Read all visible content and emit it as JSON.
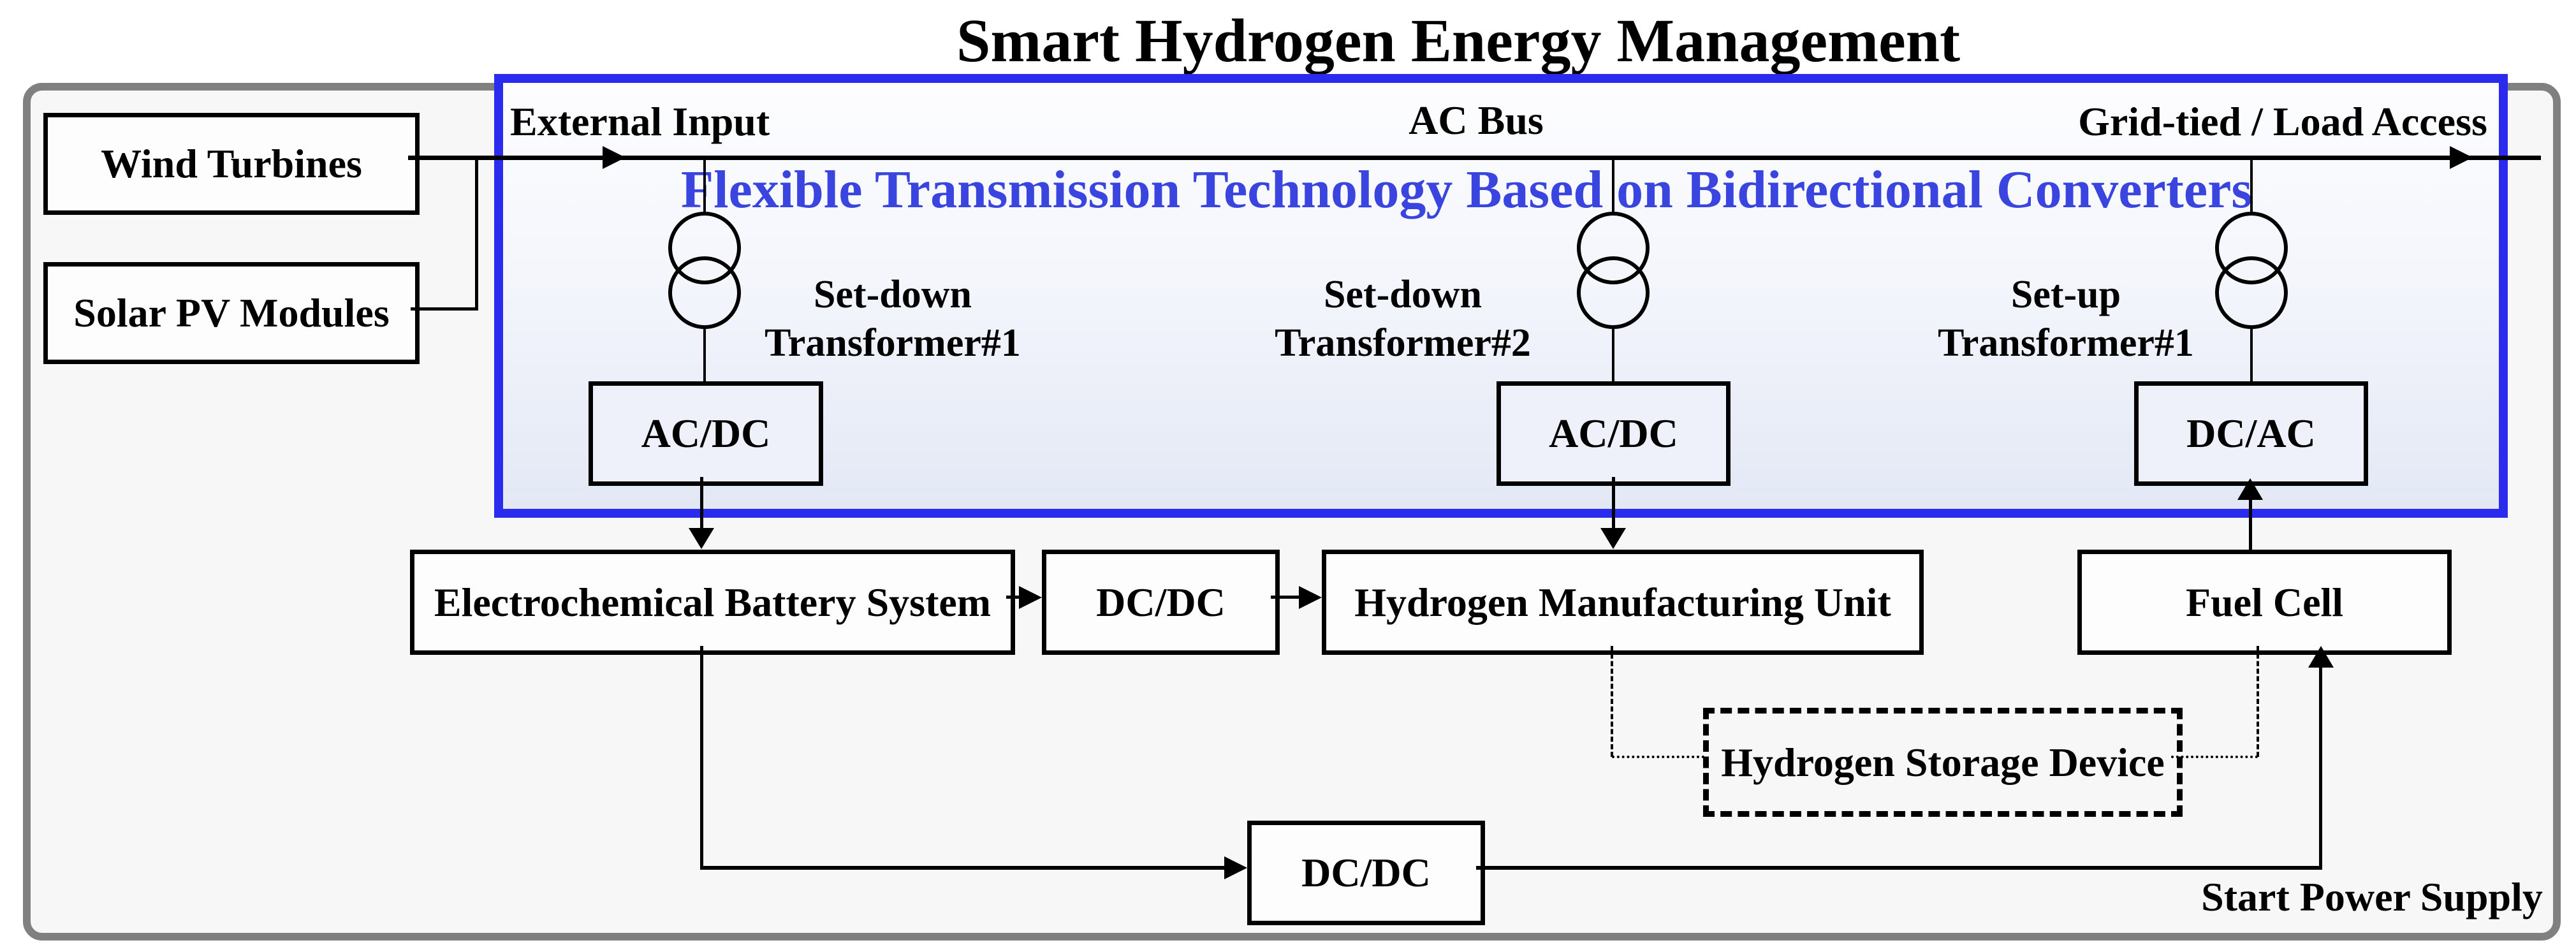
{
  "title": "Smart Hydrogen Energy Management",
  "colors": {
    "panel_border_blue": "#2b2bef",
    "heading_blue": "#3945de",
    "container_border_gray": "#808080",
    "panel_fill_top": "#fdfdff",
    "panel_fill_bottom": "#e3e8f5"
  },
  "sources": {
    "wind": "Wind Turbines",
    "solar": "Solar PV Modules"
  },
  "bus": {
    "external_input": "External Input",
    "ac_bus": "AC Bus",
    "grid_access": "Grid-tied / Load Access"
  },
  "panel": {
    "heading": "Flexible Transmission Technology Based on Bidirectional Converters",
    "transformers": [
      {
        "line1": "Set-down",
        "line2": "Transformer#1"
      },
      {
        "line1": "Set-down",
        "line2": "Transformer#2"
      },
      {
        "line1": "Set-up",
        "line2": "Transformer#1"
      }
    ],
    "converters": [
      {
        "label": "AC/DC"
      },
      {
        "label": "AC/DC"
      },
      {
        "label": "DC/AC"
      }
    ]
  },
  "components": {
    "battery": "Electrochemical Battery System",
    "dc_dc_converter": "DC/DC",
    "hydrogen_unit": "Hydrogen Manufacturing Unit",
    "fuel_cell": "Fuel Cell",
    "storage": "Hydrogen Storage Device",
    "start_dc_dc": "DC/DC"
  },
  "annotations": {
    "start_power": "Start Power Supply"
  }
}
